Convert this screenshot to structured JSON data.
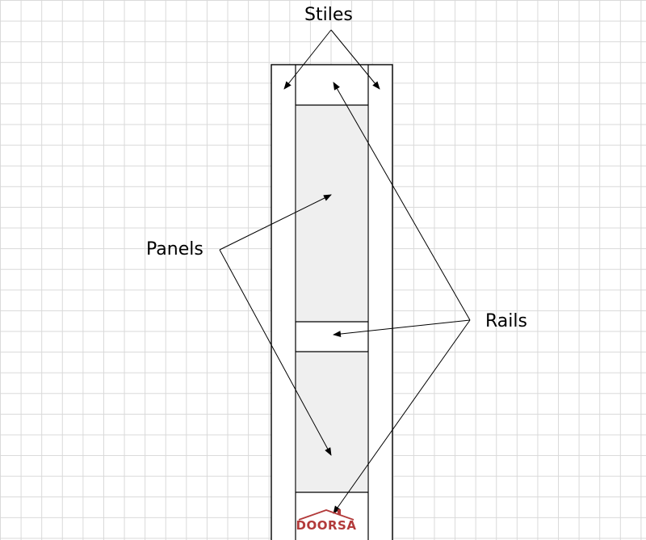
{
  "labels": {
    "stiles": "Stiles",
    "panels": "Panels",
    "rails": "Rails"
  },
  "logo": {
    "text": "DOORSA",
    "color": "#b23a3a"
  },
  "colors": {
    "grid": "#d9d9d9",
    "panel_fill": "#efefef",
    "stroke": "#000000"
  }
}
